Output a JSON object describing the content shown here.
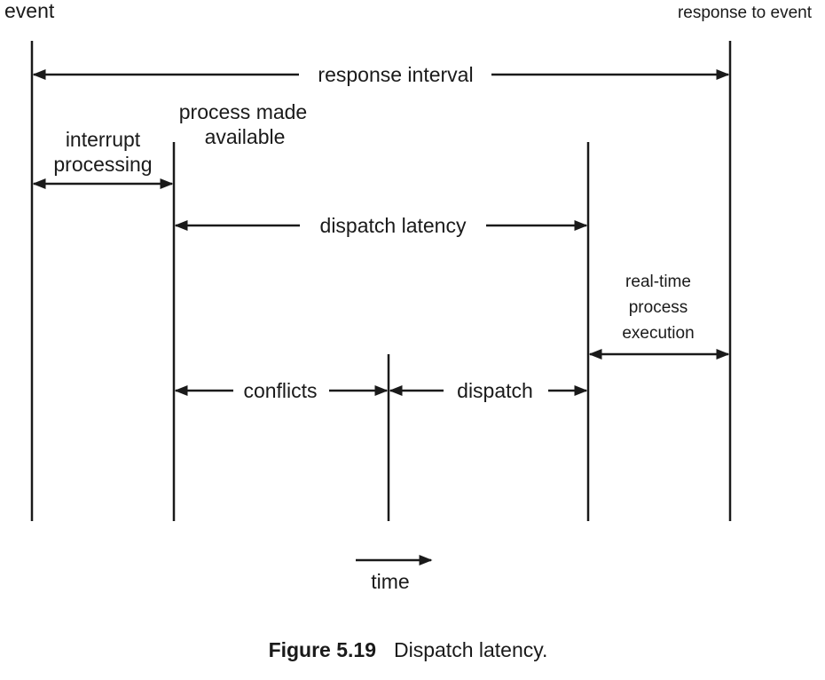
{
  "labels": {
    "event": "event",
    "response_to_event": "response to event",
    "response_interval": "response interval",
    "process_made_available_1": "process made",
    "process_made_available_2": "available",
    "interrupt_processing_1": "interrupt",
    "interrupt_processing_2": "processing",
    "dispatch_latency": "dispatch latency",
    "real_time_1": "real-time",
    "real_time_2": "process",
    "real_time_3": "execution",
    "conflicts": "conflicts",
    "dispatch": "dispatch",
    "time": "time"
  },
  "caption": {
    "number": "Figure 5.19",
    "text": "Dispatch latency."
  },
  "colors": {
    "ink": "#1a1a1a",
    "background": "#ffffff"
  }
}
